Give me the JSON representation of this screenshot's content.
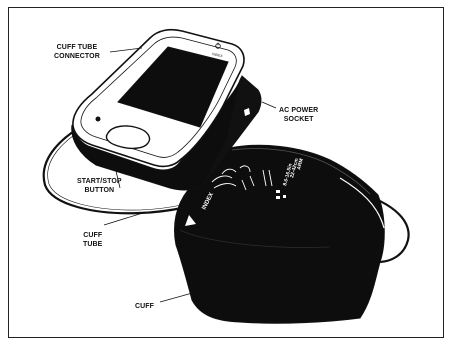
{
  "labels": {
    "cuff_tube_connector": [
      "CUFF TUBE",
      "CONNECTOR"
    ],
    "ac_power_socket": [
      "AC POWER",
      "SOCKET"
    ],
    "start_stop_button": [
      "START/STOP",
      "BUTTON"
    ],
    "cuff_tube": [
      "CUFF",
      "TUBE"
    ],
    "cuff": "CUFF"
  },
  "device": {
    "button_marking": "O",
    "button_sublabel": "INDEX",
    "cuff_index_mark": "INDEX",
    "cuff_size_text": [
      "ARM",
      "22-42cm",
      "8.6-16.5in"
    ]
  },
  "colors": {
    "outline": "#111111",
    "cuff": "#0d0d0d",
    "screen": "#0d0d0d",
    "body": "#ffffff",
    "frame": "#222222"
  }
}
